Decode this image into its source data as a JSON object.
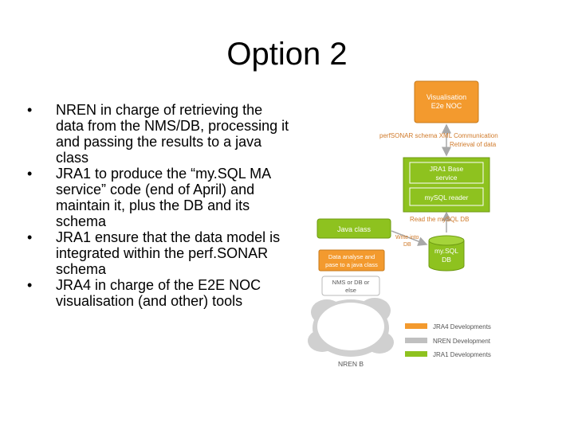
{
  "slide": {
    "title": "Option 2",
    "bullets": [
      "NREN in charge of retrieving the data from the NMS/DB, processing it and passing the results to a java class",
      "JRA1 to produce the “my.SQL MA service” code (end of April) and maintain it, plus the DB and its schema",
      "JRA1 ensure that the data model is integrated within the perf.SONAR schema",
      "JRA4 in charge of the E2E NOC visualisation (and other) tools"
    ],
    "bullet_symbol": "•"
  },
  "diagram": {
    "visualisation_line1": "Visualisation",
    "visualisation_line2": "E2e NOC",
    "schema_label": "perfSONAR schema XML Communication",
    "retrieval_label": "Retrieval of data",
    "jra1_base_line1": "JRA1 Base",
    "jra1_base_line2": "service",
    "mysql_reader": "mySQL reader",
    "read_mysql": "Read the mySQL DB",
    "java_class": "Java class",
    "write_into_line1": "Write into",
    "write_into_line2": "DB",
    "db_line1": "my.SQL",
    "db_line2": "DB",
    "data_analyse_line1": "Data analyse and",
    "data_analyse_line2": "pase to a java class",
    "nms_line1": "NMS or DB or",
    "nms_line2": "else",
    "nren_b": "NREN B",
    "legend": [
      {
        "label": "JRA4 Developments",
        "color": "#f39a2e"
      },
      {
        "label": "NREN Development",
        "color": "#c0c0c0"
      },
      {
        "label": "JRA1 Developments",
        "color": "#8ec21f"
      }
    ],
    "colors": {
      "orange": "#f39a2e",
      "green": "#8ec21f",
      "grey": "#b8b8b8",
      "arrow": "#a8a8a8",
      "label": "#d07a2a"
    }
  }
}
